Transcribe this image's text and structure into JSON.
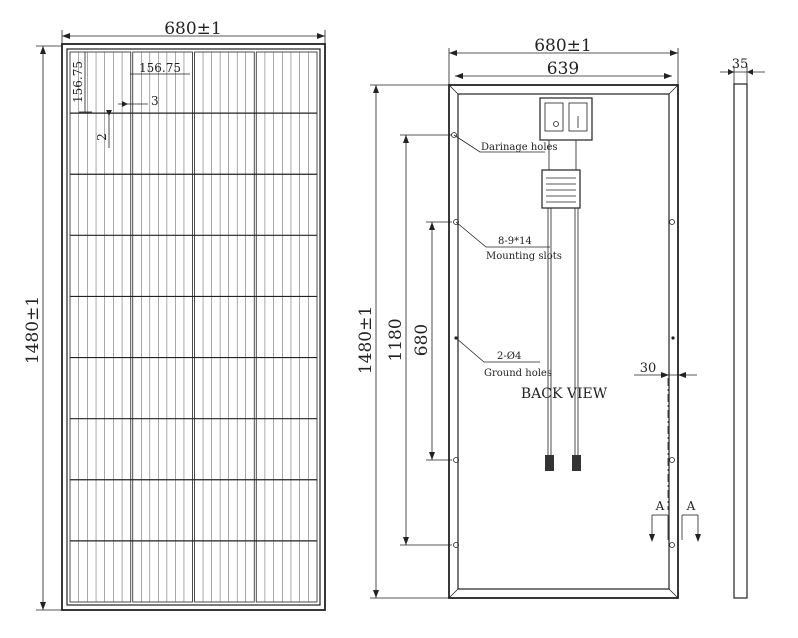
{
  "front_view": {
    "dim_width": "680±1",
    "dim_height": "1480±1",
    "dim_cell_height": "156.75",
    "dim_cell_width": "156.75",
    "dim_gap_h": "3",
    "dim_gap_v": "2",
    "grid": {
      "columns": 4,
      "rows": 9
    }
  },
  "back_view": {
    "title": "BACK VIEW",
    "dim_width_outer": "680±1",
    "dim_width_inner": "639",
    "dim_height": "1480±1",
    "dim_slot_span_outer": "1180",
    "dim_slot_span_inner": "680",
    "dim_frame_offset": "30",
    "callout_drainage": "Darinage holes",
    "callout_slots_spec": "8-9*14",
    "callout_slots": "Mounting slots",
    "callout_ground_spec": "2-Ø4",
    "callout_ground": "Ground holes",
    "section_mark_left": "A",
    "section_mark_right": "A"
  },
  "side_view": {
    "dim_thickness": "35"
  }
}
